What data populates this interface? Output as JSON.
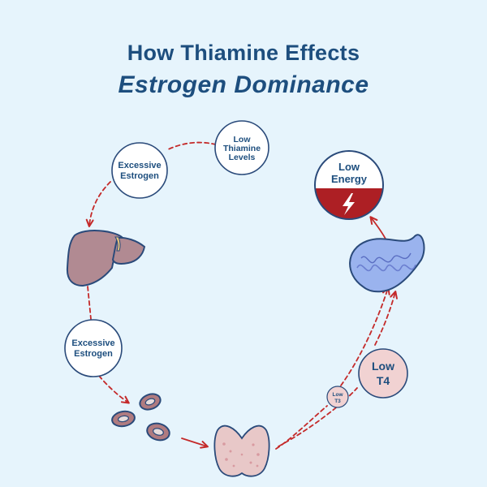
{
  "title": {
    "line1": "How Thiamine Effects",
    "line2": "Estrogen Dominance"
  },
  "nodes": {
    "low_thiamine": [
      "Low",
      "Thiamine",
      "Levels"
    ],
    "excessive_estrogen_top": [
      "Excessive",
      "Estrogen"
    ],
    "excessive_estrogen_bottom": [
      "Excessive",
      "Estrogen"
    ],
    "low_energy": [
      "Low",
      "Energy"
    ],
    "low_t4": [
      "Low",
      "T4"
    ],
    "low_t3": [
      "Low",
      "T3"
    ]
  },
  "icons": [
    "liver-icon",
    "red-blood-cells-icon",
    "thyroid-icon",
    "mitochondria-icon",
    "lightning-bolt-icon"
  ],
  "colors": {
    "background": "#e6f4fc",
    "title": "#1d4e7e",
    "outline": "#2a4a7a",
    "arrow": "#c42a2a",
    "liver": "#b18a92",
    "thyroid": "#e8c8c8",
    "hormone_circle": "#f1d2d2",
    "mitochondria": "#9ab3ee",
    "energy_low": "#ad1f24"
  }
}
